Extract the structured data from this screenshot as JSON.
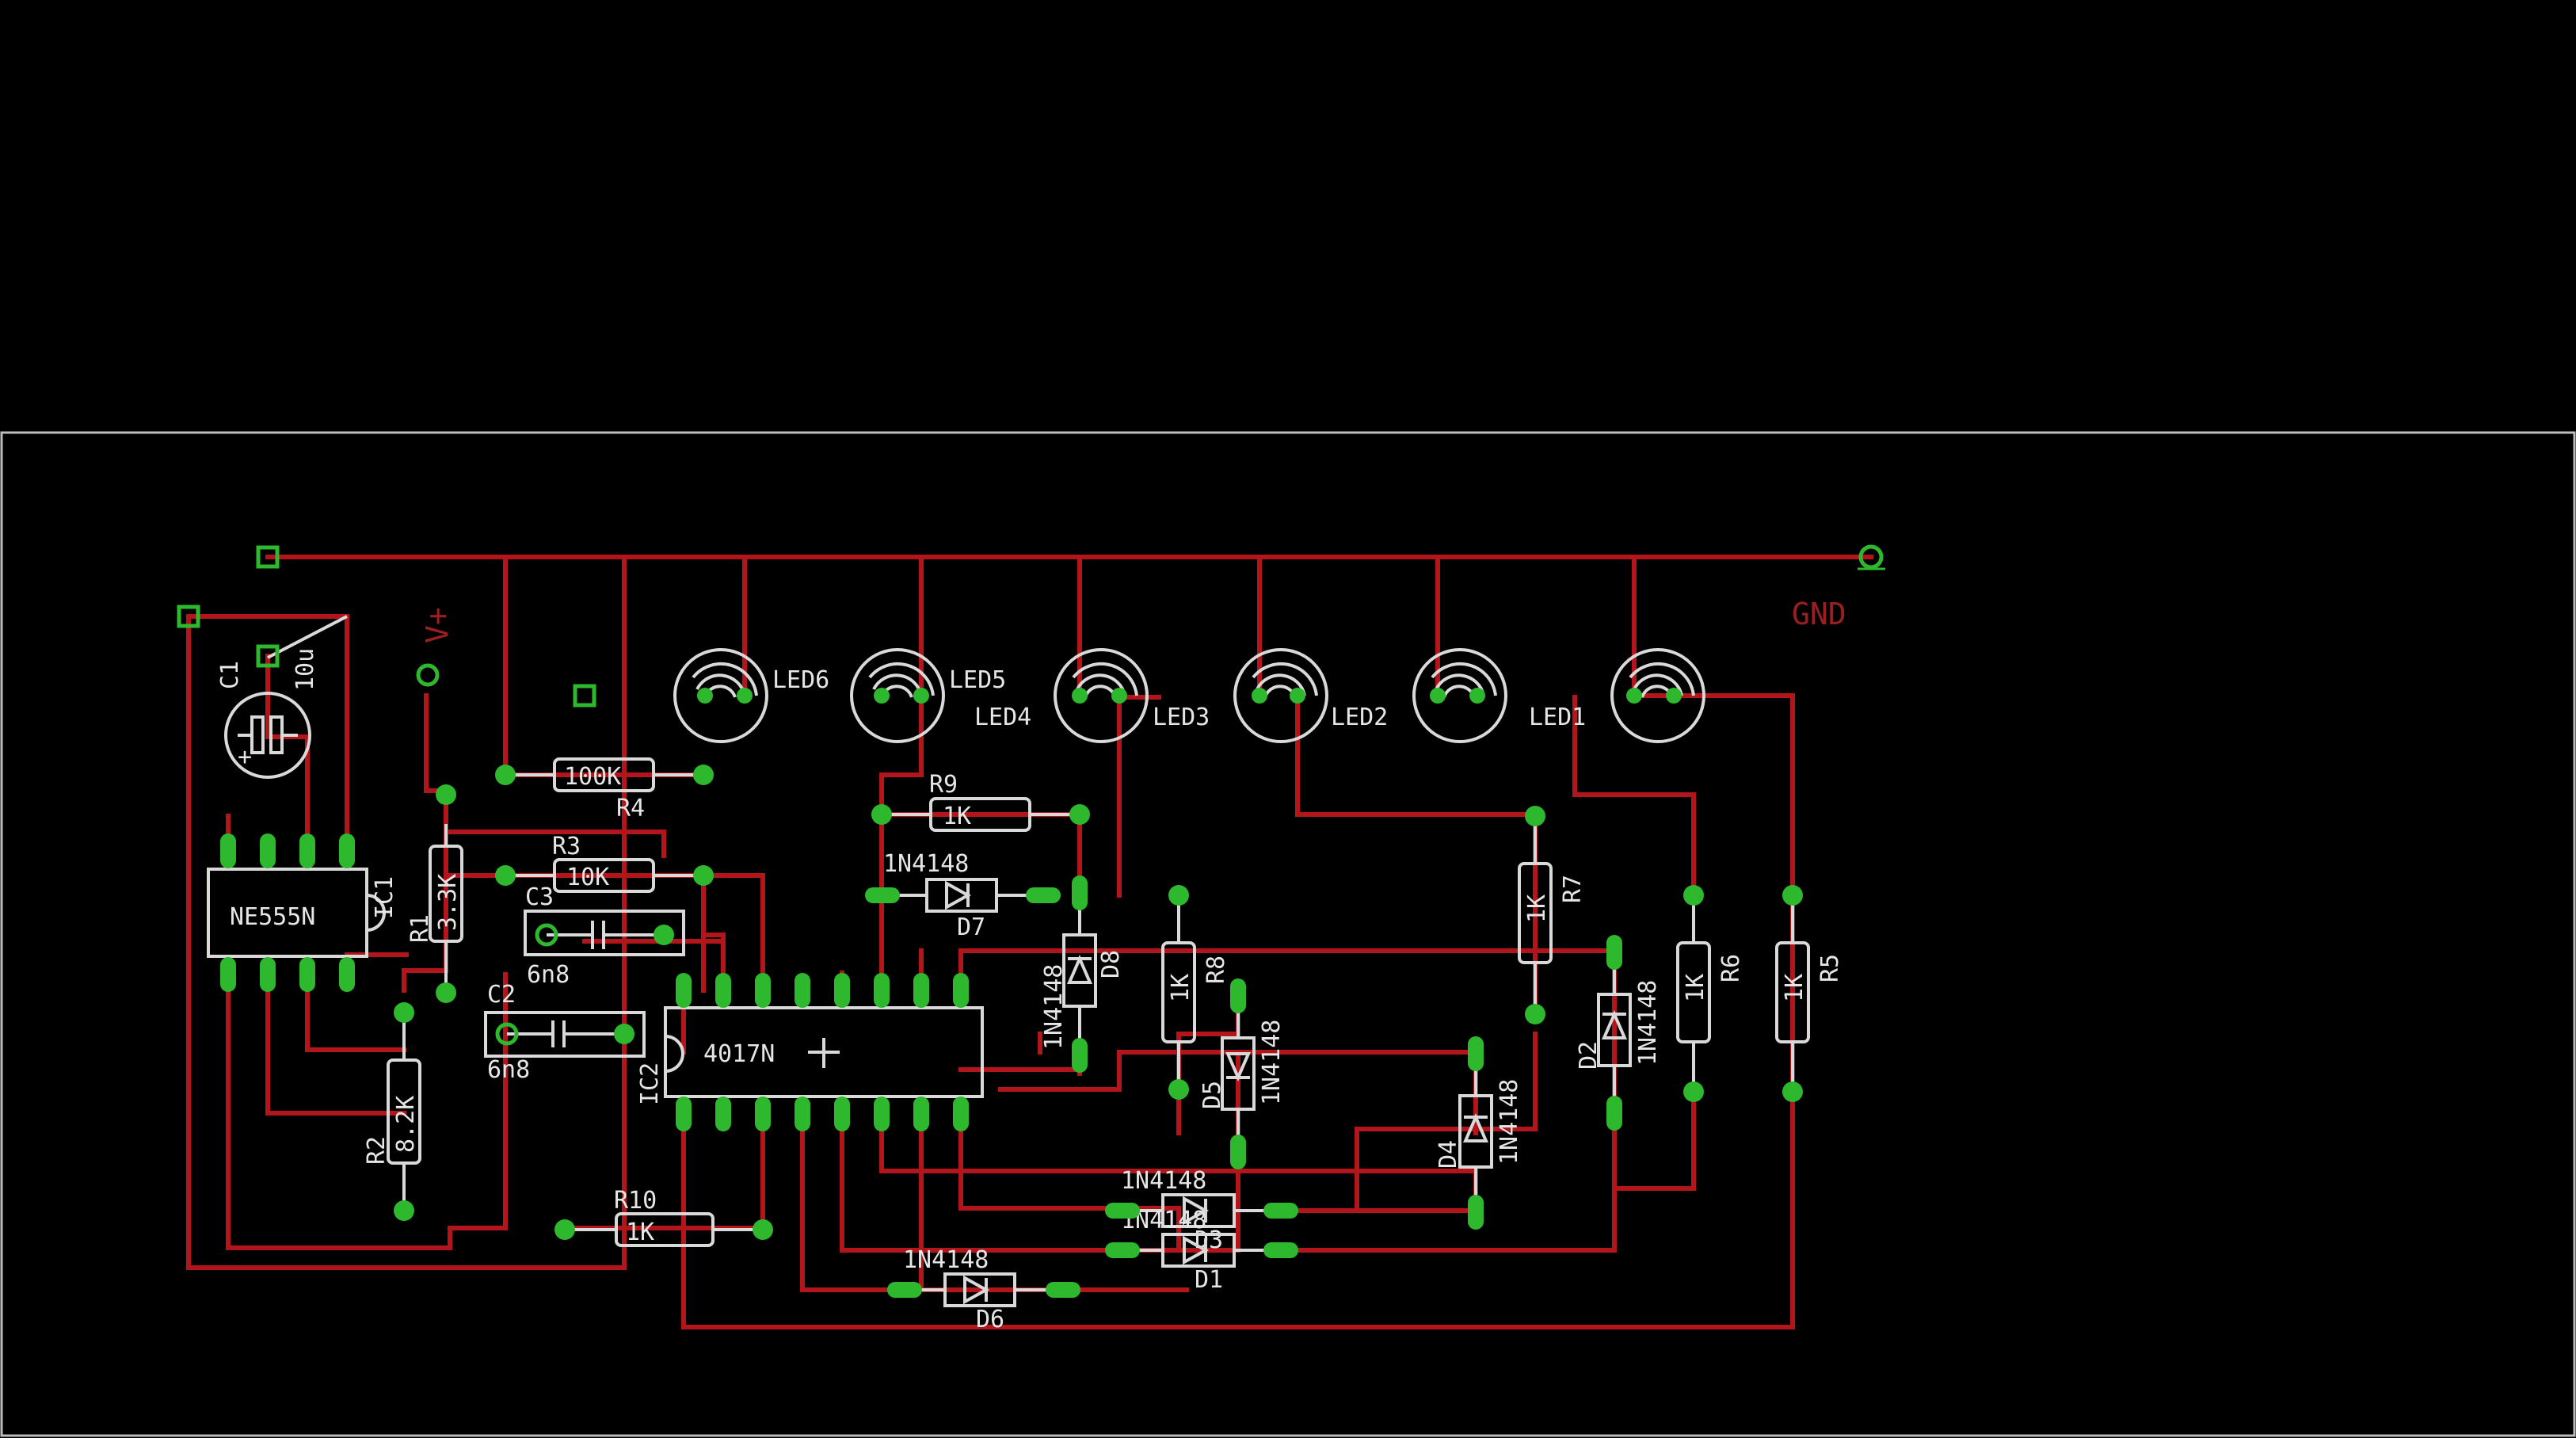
{
  "board": {
    "background": "#000000",
    "outline_color": "#bdbdbd",
    "trace_color": "#b3161a",
    "silkscreen_color": "#d9d9d9",
    "pad_color": "#2db82d"
  },
  "labels": {
    "vplus": "V+",
    "gnd": "GND",
    "c1_name": "C1",
    "c1_value": "10u",
    "ic1_name": "IC1",
    "ic1_value": "NE555N",
    "r1_name": "R1",
    "r1_value": "3.3K",
    "r2_name": "R2",
    "r2_value": "8.2K",
    "r3_name": "R3",
    "r3_value": "10K",
    "r4_name": "R4",
    "r4_value": "100K",
    "c2_name": "C2",
    "c2_value": "6n8",
    "c3_name": "C3",
    "c3_value": "6n8",
    "ic2_name": "IC2",
    "ic2_value": "4017N",
    "r10_name": "R10",
    "r10_value": "1K",
    "r9_name": "R9",
    "r9_value": "1K",
    "r8_name": "R8",
    "r8_value": "1K",
    "r7_name": "R7",
    "r7_value": "1K",
    "r6_name": "R6",
    "r6_value": "1K",
    "r5_name": "R5",
    "r5_value": "1K",
    "d1_name": "D1",
    "d2_name": "D2",
    "d3_name": "D3",
    "d4_name": "D4",
    "d5_name": "D5",
    "d6_name": "D6",
    "d7_name": "D7",
    "d8_name": "D8",
    "diode_value": "1N4148",
    "led1": "LED1",
    "led2": "LED2",
    "led3": "LED3",
    "led4": "LED4",
    "led5": "LED5",
    "led6": "LED6"
  }
}
